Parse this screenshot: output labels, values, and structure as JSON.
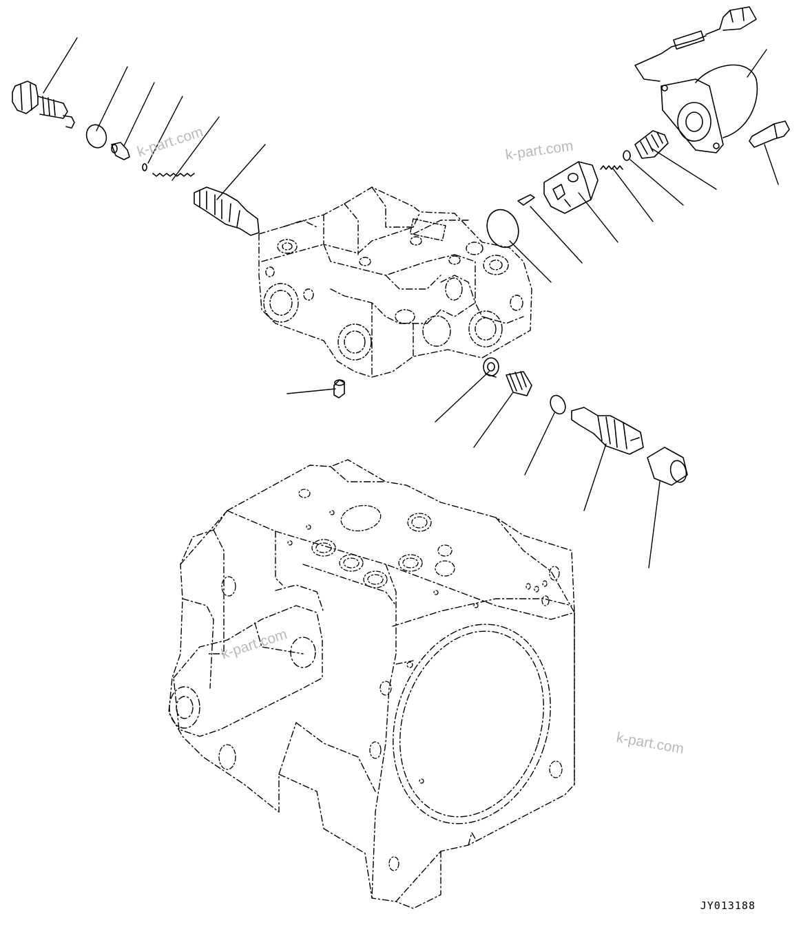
{
  "diagram": {
    "drawing_code": "JY013188",
    "watermarks": [
      "k-part.com",
      "k-part.com",
      "k-part.com",
      "k-part.com"
    ],
    "colors": {
      "ink": "#000000",
      "watermark": "#b9b9b9",
      "background": "#ffffff"
    }
  }
}
